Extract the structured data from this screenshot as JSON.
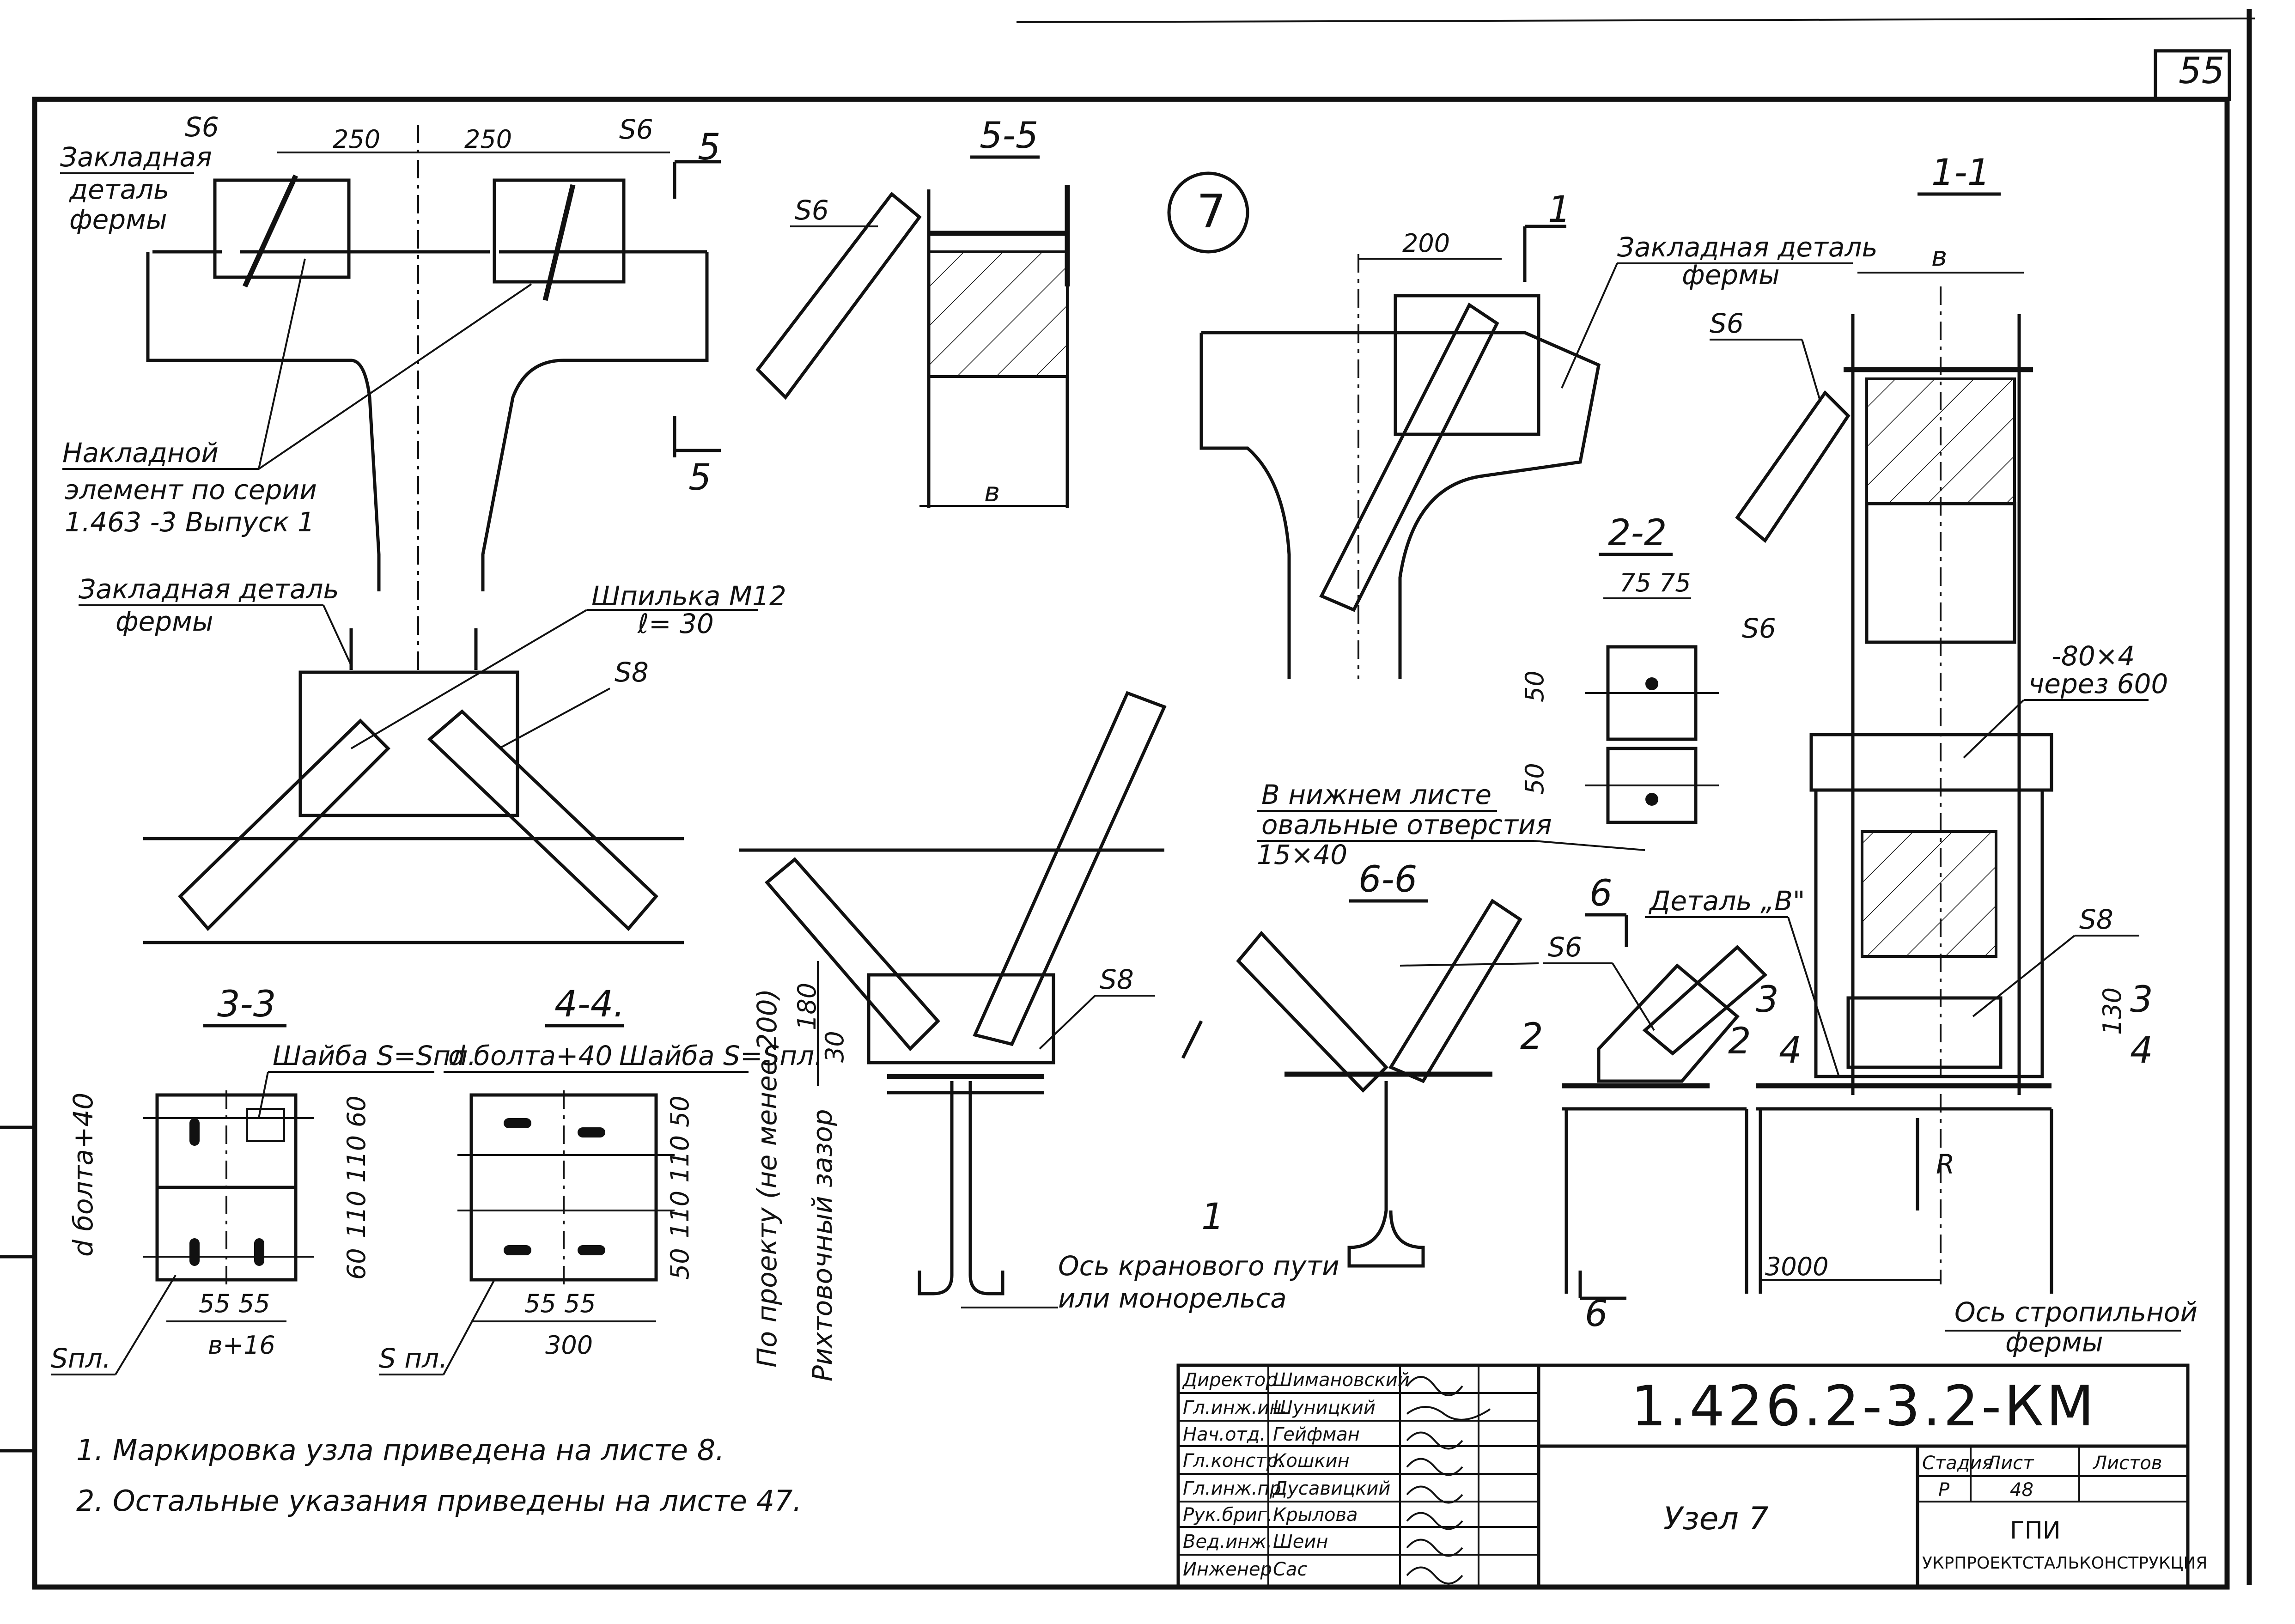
{
  "sheet": {
    "corner_number": "55"
  },
  "node": {
    "number": "7"
  },
  "labels": {
    "zakl_det_fermy_a": "Закладная",
    "zakl_det_fermy_b": "деталь",
    "zakl_det_fermy_c": "фермы",
    "nakladnoi_a": "Накладной",
    "nakladnoi_b": "элемент по серии",
    "nakladnoi_c": "1.463 -3   Выпуск 1",
    "zakl2_a": "Закладная деталь",
    "zakl2_b": "фермы",
    "shpilka_a": "Шпилька М12",
    "shpilka_b": "ℓ= 30",
    "s6": "S6",
    "s8": "S8",
    "zakl3_a": "Закладная деталь",
    "zakl3_b": "фермы",
    "strip_a": "-80×4",
    "strip_b": "через 600",
    "oval_a": "В нижнем листе",
    "oval_b": "овальные отверстия",
    "oval_c": "15×40",
    "detal_b": "Деталь „В\"",
    "shaiba1": "Шайба S=Sпл.",
    "shaiba2": "Шайба S=Sпл.",
    "d_bolta": "d болта+40",
    "d_bolta_v": "d болта+40",
    "s_pl1": "Sпл.",
    "s_pl2": "S пл.",
    "po_proektu": "По проекту (не менее 200)",
    "rikhtov": "Рихтовочный  зазор",
    "os_kran_a": "Ось  кранового пути",
    "os_kran_b": "или монорельса",
    "os_strop_a": "Ось  стропильной",
    "os_strop_b": "фермы",
    "r": "R",
    "b": "в"
  },
  "sections": {
    "s55": "5-5",
    "s11": "1-1",
    "s22": "2-2",
    "s33": "3-3",
    "s44": "4-4.",
    "s66": "6-6",
    "cut5": "5",
    "cut1": "1",
    "cut6": "6",
    "cut2": "2",
    "cut3": "3",
    "cut4": "4"
  },
  "dims": {
    "d250a": "250",
    "d250b": "250",
    "d200": "200",
    "d75": "75 75",
    "d50": "50",
    "d180": "180",
    "d30": "30",
    "d130": "130",
    "d3000": "3000",
    "d60": "60",
    "d110": "110",
    "d5555": "55 55",
    "d300": "300",
    "db16": "в+16",
    "d_l5": "50",
    "d_l6": "60"
  },
  "notes": [
    "1. Маркировка   узла  приведена   на  листе 8.",
    "2. Остальные  указания  приведены  на  листе 47."
  ],
  "title_block": {
    "code": "1.426.2-3.2-КМ",
    "name": "Узел 7",
    "roles": [
      "Директор",
      "Гл.инж.ин.",
      "Нач.отд.",
      "Гл.констр.",
      "Гл.инж.пр.",
      "Рук.бриг.",
      "Вед.инж.",
      "Инженер"
    ],
    "people": [
      "Шимановский",
      "Шуницкий",
      "Гейфман",
      "Кошкин",
      "Дусавицкий",
      "Крылова",
      "Шеин",
      "Сас"
    ],
    "stage_hdr": "Стадия",
    "sheet_hdr": "Лист",
    "sheets_hdr": "Листов",
    "stage": "Р",
    "sheet": "48",
    "sheets": "",
    "org_logo": "ГПИ",
    "org": "УКРПРОЕКТСТАЛЬКОНСТРУКЦИЯ"
  }
}
